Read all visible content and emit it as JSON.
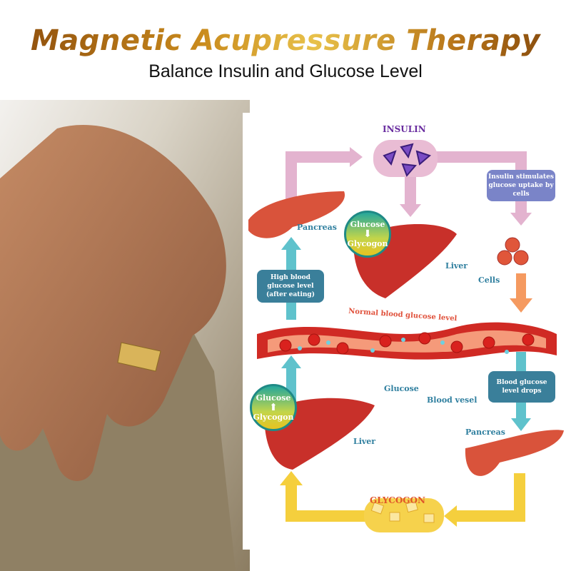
{
  "header": {
    "title": "Magnetic Acupressure Therapy",
    "subtitle": "Balance Insulin and Glucose Level"
  },
  "diagram": {
    "insulin": "INSULIN",
    "glycogon": "GLYCOGON",
    "normal_level": "Normal blood glucose level",
    "labels": {
      "pancreas_top": "Pancreas",
      "liver_top": "Liver",
      "cells": "Cells",
      "glucose": "Glucose",
      "blood_vesel": "Blood vesel",
      "liver_bottom": "Liver",
      "pancreas_bottom": "Pancreas"
    },
    "boxes": {
      "insulin_stimulates": "Insulin stimulates glucose uptake by cells",
      "high_blood": "High blood glucose level (after eating)",
      "level_drops": "Blood glucose level drops"
    },
    "circle_top": {
      "from": "Glucose",
      "arrow": "⬇",
      "to": "Glycogon"
    },
    "circle_bottom": {
      "from": "Glucose",
      "arrow": "⬆",
      "to": "Glycogon"
    }
  },
  "colors": {
    "insulin": "#6a2ea0",
    "glycogon": "#e0562a",
    "teal": "#2f7f9f",
    "pink": "#e3a8c6",
    "yellow": "#f5cf3d",
    "vessel": "#d02a24"
  }
}
